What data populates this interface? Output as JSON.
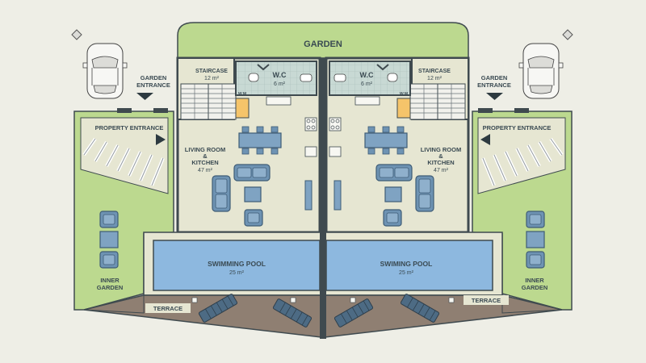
{
  "plan": {
    "garden": "GARDEN",
    "left_unit": {
      "garden_entrance": [
        "GARDEN",
        "ENTRANCE"
      ],
      "property_entrance": "PROPERTY ENTRANCE",
      "staircase": {
        "name": "STAIRCASE",
        "area": "12 m²"
      },
      "wc": {
        "name": "W.C",
        "area": "6 m²"
      },
      "wm": "W.M",
      "living": {
        "name": [
          "LIVING ROOM",
          "&",
          "KITCHEN"
        ],
        "area": "47 m²"
      },
      "pool": {
        "name": "SWIMMING POOL",
        "area": "25 m²"
      },
      "inner_garden": [
        "INNER",
        "GARDEN"
      ],
      "terrace": "TERRACE"
    },
    "right_unit": {
      "garden_entrance": [
        "GARDEN",
        "ENTRANCE"
      ],
      "property_entrance": "PROPERTY ENTRANCE",
      "staircase": {
        "name": "STAIRCASE",
        "area": "12 m²"
      },
      "wc": {
        "name": "W.C",
        "area": "6 m²"
      },
      "wm": "W.M",
      "living": {
        "name": [
          "LIVING ROOM",
          "&",
          "KITCHEN"
        ],
        "area": "47 m²"
      },
      "pool": {
        "name": "SWIMING POOL",
        "area": "25 m²"
      },
      "inner_garden": [
        "INNER",
        "GARDEN"
      ],
      "terrace": "TERRACE"
    },
    "colors": {
      "background": "#eeeee6",
      "lawn": "#bcd98f",
      "wall": "#3f4a4f",
      "interior": "#e6e6d2",
      "pool": "#8db8df",
      "paving": "#8f7f72",
      "furniture": "#6e93b3",
      "wc_tile": "#c8d9d4",
      "washing_machine": "#f5c46a"
    }
  }
}
